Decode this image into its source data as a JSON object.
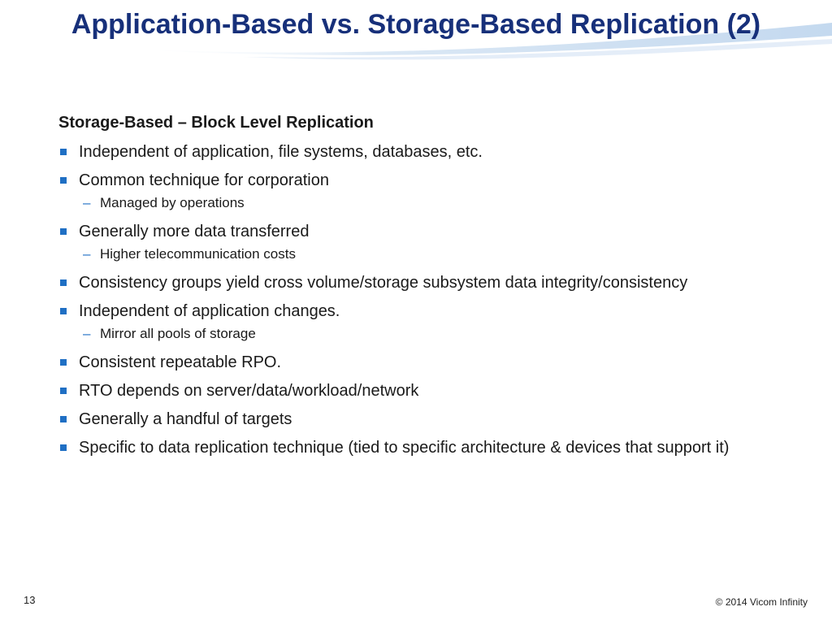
{
  "slide": {
    "title": "Application-Based vs. Storage-Based Replication (2)",
    "heading": "Storage-Based – Block Level Replication",
    "items": [
      {
        "text": "Independent of application, file systems, databases, etc."
      },
      {
        "text": "Common technique for corporation",
        "sub": [
          "Managed by operations"
        ]
      },
      {
        "text": "Generally more data transferred",
        "sub": [
          "Higher telecommunication costs"
        ]
      },
      {
        "text": "Consistency groups yield cross volume/storage subsystem data integrity/consistency"
      },
      {
        "text": "Independent of application changes.",
        "sub": [
          "Mirror all pools of storage"
        ]
      },
      {
        "text": "Consistent repeatable RPO."
      },
      {
        "text": "RTO depends on server/data/workload/network"
      },
      {
        "text": "Generally a handful of targets"
      },
      {
        "text": "Specific to data replication technique (tied to specific architecture & devices that support it)"
      }
    ],
    "page_number": "13",
    "copyright": "© 2014 Vicom Infinity"
  },
  "colors": {
    "title": "#17307a",
    "bullet": "#1f6fc4",
    "header_wave": "#c9dcf0"
  }
}
